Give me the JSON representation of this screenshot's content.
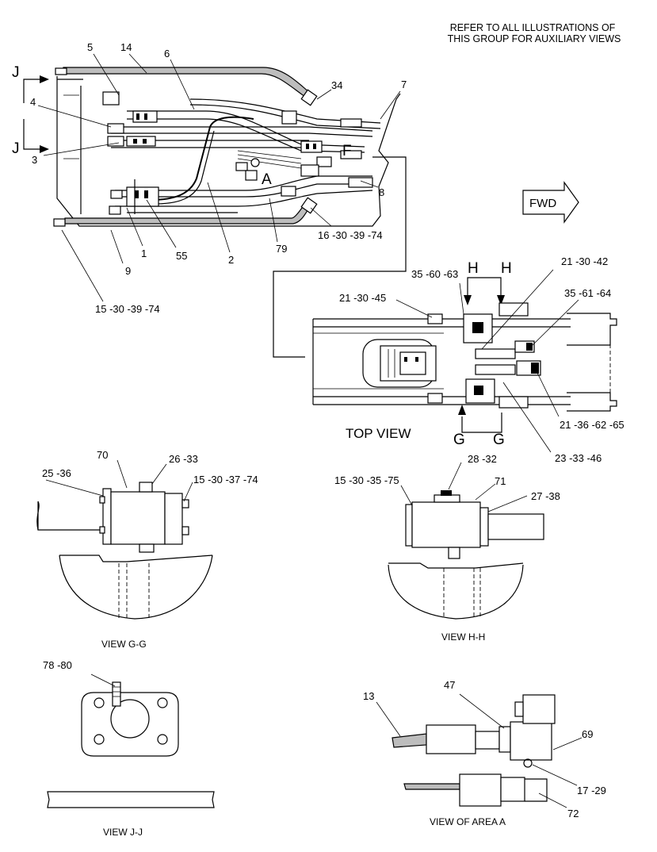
{
  "note": {
    "line1": "REFER TO ALL ILLUSTRATIONS OF",
    "line2": "THIS GROUP FOR AUXILIARY VIEWS"
  },
  "direction_label": "FWD",
  "section_letters": {
    "j": "J",
    "h": "H",
    "g": "G",
    "f": "F",
    "a": "A"
  },
  "callouts": {
    "c14": "14",
    "c5": "5",
    "c6": "6",
    "c34": "34",
    "c7": "7",
    "c4": "4",
    "c3": "3",
    "c8": "8",
    "c16": "16 -30 -39 -74",
    "c79": "79",
    "c55": "55",
    "c1": "1",
    "c2": "2",
    "c9": "9",
    "c15a": "15 -30 -39 -74",
    "c21a": "21 -30 -42",
    "c35a": "35 -60 -63",
    "c21b": "21 -30 -45",
    "c35b": "35 -61 -64",
    "c21c": "21 -36 -62 -65",
    "c23": "23 -33 -46",
    "c70": "70",
    "c26": "26 -33",
    "c25": "25 -36",
    "c15b": "15 -30 -37 -74",
    "c28": "28 -32",
    "c15c": "15 -30 -35 -75",
    "c71": "71",
    "c27": "27 -38",
    "c78": "78 -80",
    "c13": "13",
    "c47": "47",
    "c69": "69",
    "c17": "17 -29",
    "c72": "72"
  },
  "view_titles": {
    "top": "TOP VIEW",
    "gg": "VIEW G-G",
    "hh": "VIEW H-H",
    "jj": "VIEW J-J",
    "area_a": "VIEW OF AREA A"
  }
}
